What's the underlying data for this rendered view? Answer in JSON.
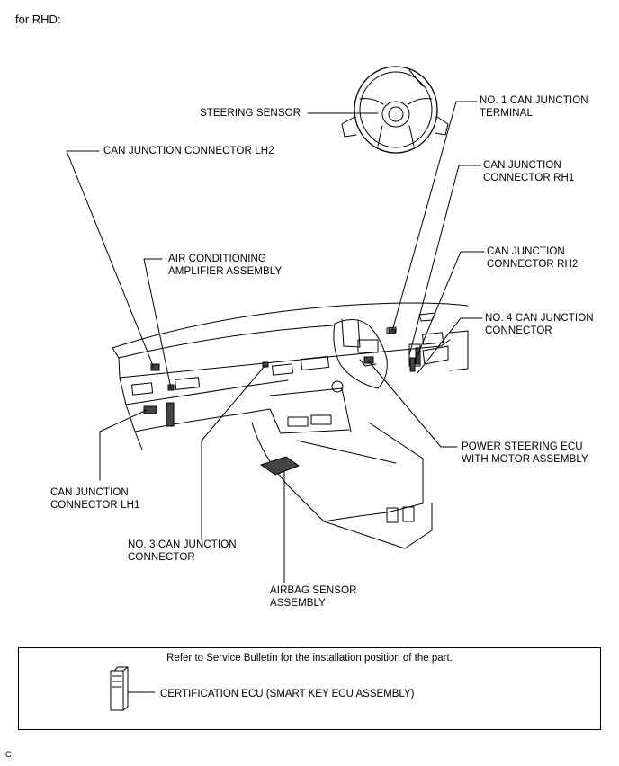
{
  "header": {
    "variant": "for RHD:"
  },
  "labels": {
    "steering_sensor": "STEERING SENSOR",
    "can_junction_connector_lh2": "CAN JUNCTION CONNECTOR LH2",
    "air_conditioning_amplifier": "AIR CONDITIONING\nAMPLIFIER ASSEMBLY",
    "no1_can_junction_terminal": "NO. 1 CAN JUNCTION\nTERMINAL",
    "can_junction_connector_rh1": "CAN JUNCTION\nCONNECTOR RH1",
    "can_junction_connector_rh2": "CAN JUNCTION\nCONNECTOR RH2",
    "no4_can_junction_connector": "NO. 4 CAN JUNCTION\nCONNECTOR",
    "power_steering_ecu": "POWER STEERING ECU\nWITH MOTOR ASSEMBLY",
    "can_junction_connector_lh1": "CAN JUNCTION\nCONNECTOR LH1",
    "no3_can_junction_connector": "NO. 3 CAN JUNCTION\nCONNECTOR",
    "airbag_sensor_assembly": "AIRBAG SENSOR\nASSEMBLY"
  },
  "note_box": {
    "note": "Refer to Service Bulletin for the installation position of the part.",
    "certification_ecu": "CERTIFICATION ECU (SMART KEY ECU ASSEMBLY)"
  },
  "figure_code": "C"
}
